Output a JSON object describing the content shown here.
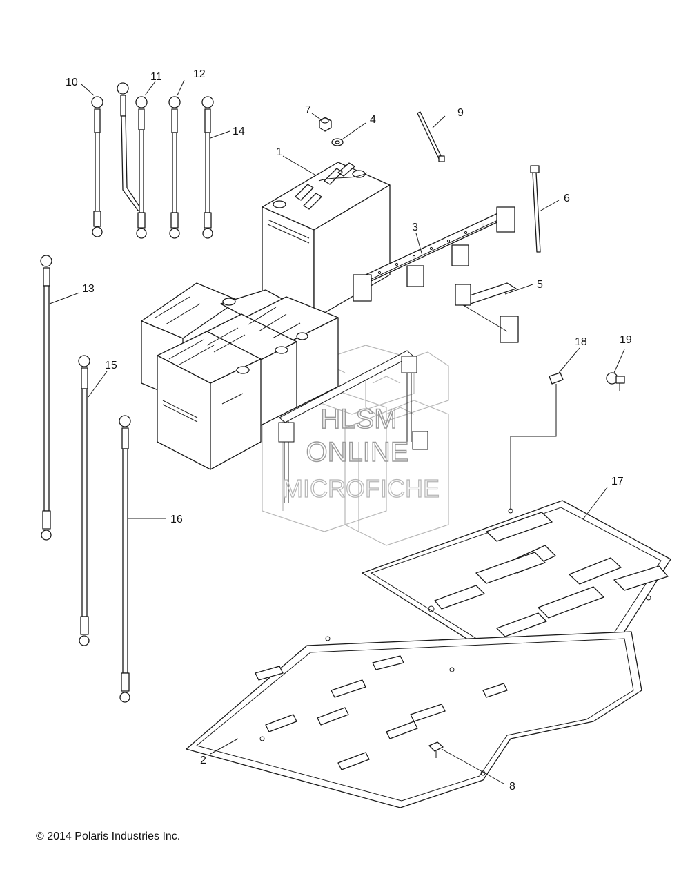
{
  "callouts": {
    "c1": "1",
    "c2": "2",
    "c3": "3",
    "c4": "4",
    "c5": "5",
    "c6": "6",
    "c7": "7",
    "c8": "8",
    "c9": "9",
    "c10": "10",
    "c11": "11",
    "c12": "12",
    "c13": "13",
    "c14": "14",
    "c15": "15",
    "c16": "16",
    "c17": "17",
    "c18": "18",
    "c19": "19"
  },
  "watermark": {
    "line1": "HLSM",
    "line2": "ONLINE",
    "line3": "MICROFICHE"
  },
  "copyright": "© 2014 Polaris Industries Inc."
}
